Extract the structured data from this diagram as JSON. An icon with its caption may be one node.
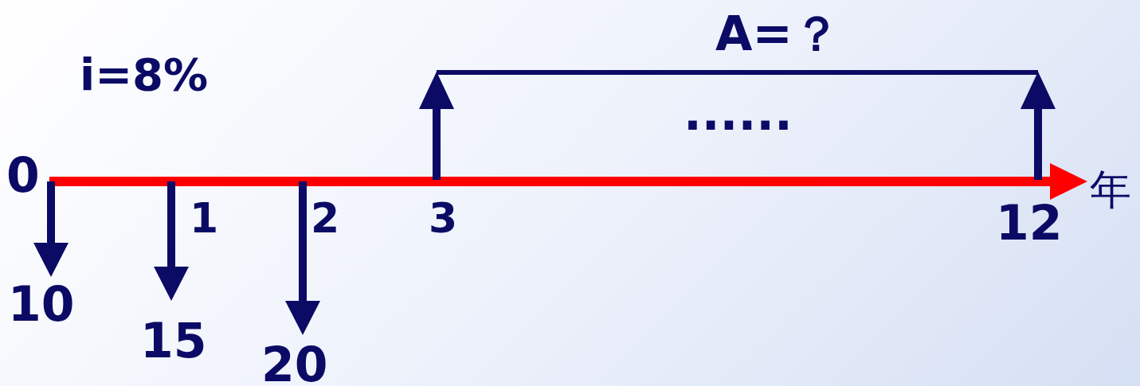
{
  "diagram": {
    "labels": [
      "A=？",
      "i=8%",
      "......",
      "0",
      "年",
      "1",
      "2",
      "3",
      "12",
      "10",
      "15",
      "20"
    ]
  }
}
